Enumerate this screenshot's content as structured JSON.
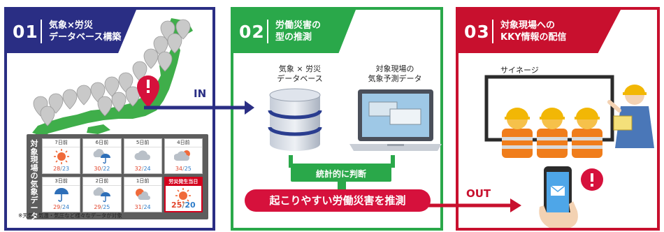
{
  "panel1": {
    "number": "01",
    "title_line1": "気象×労災",
    "title_line2": "データベース構築",
    "vertical_label": "対象現場の気象データ",
    "vertical_label_suffix": "※",
    "note": "※天気・気温・気圧など様々なデータが対象",
    "weather": [
      {
        "day": "7日前",
        "icon": "sun-icon",
        "high": "28",
        "low": "23"
      },
      {
        "day": "6日前",
        "icon": "cloud-umbrella-icon",
        "high": "30",
        "low": "22"
      },
      {
        "day": "5日前",
        "icon": "cloud-icon",
        "high": "32",
        "low": "24"
      },
      {
        "day": "4日前",
        "icon": "cloud-sun-icon",
        "high": "34",
        "low": "25"
      },
      {
        "day": "3日前",
        "icon": "umbrella-icon",
        "high": "29",
        "low": "24"
      },
      {
        "day": "2日前",
        "icon": "cloud-umbrella-icon",
        "high": "29",
        "low": "25"
      },
      {
        "day": "1日前",
        "icon": "sun-cloud-icon",
        "high": "31",
        "low": "24"
      },
      {
        "day": "労災発生当日",
        "icon": "sun-icon",
        "high": "25",
        "low": "20"
      }
    ]
  },
  "arrow_in_label": "IN",
  "arrow_out_label": "OUT",
  "panel2": {
    "number": "02",
    "title_line1": "労働災害の",
    "title_line2": "型の推測",
    "db_label_line1": "気象 × 労災",
    "db_label_line2": "データベース",
    "pc_label_line1": "対象現場の",
    "pc_label_line2": "気象予測データ",
    "judge_label": "統計的に判断",
    "infer_label": "起こりやすい労働災害を推測"
  },
  "panel3": {
    "number": "03",
    "title_line1": "対象現場への",
    "title_line2": "KKY情報の配信",
    "signage_label": "サイネージ"
  },
  "colors": {
    "navy": "#2a2e84",
    "green": "#2aa84a",
    "red": "#c8102e",
    "alert_red": "#d6113c"
  }
}
